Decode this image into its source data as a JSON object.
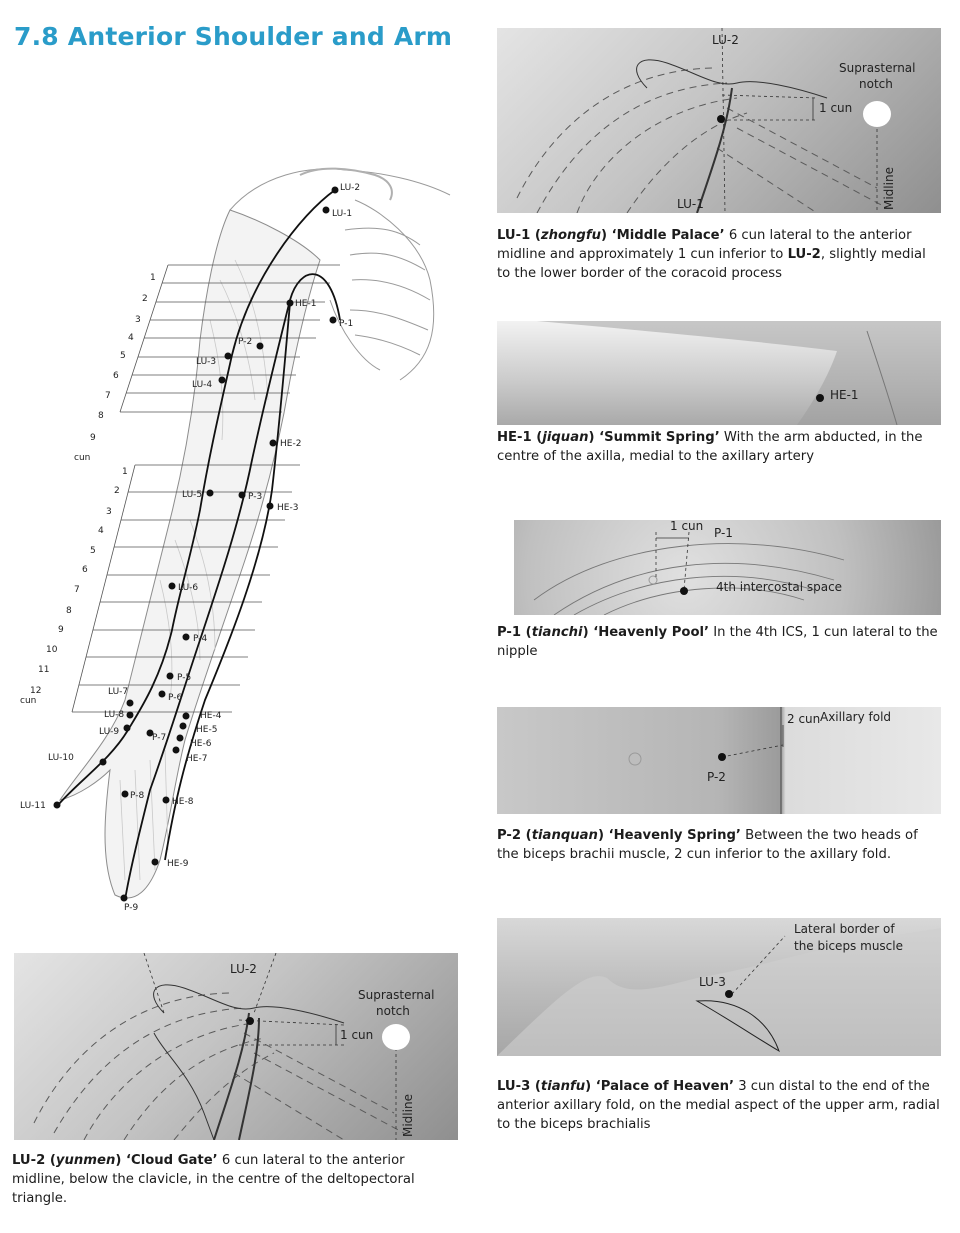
{
  "page": {
    "title": "7.8 Anterior Shoulder and Arm"
  },
  "arm_figure": {
    "upper_scale": {
      "numbers": [
        "1",
        "2",
        "3",
        "4",
        "5",
        "6",
        "7",
        "8",
        "9"
      ],
      "unit": "cun"
    },
    "lower_scale": {
      "numbers": [
        "1",
        "2",
        "3",
        "4",
        "5",
        "6",
        "7",
        "8",
        "9",
        "10",
        "11",
        "12"
      ],
      "unit": "cun"
    },
    "points": {
      "lu2": "LU-2",
      "lu1": "LU-1",
      "he1": "HE-1",
      "p1": "P-1",
      "p2": "P-2",
      "lu3": "LU-3",
      "lu4": "LU-4",
      "he2": "HE-2",
      "lu5": "LU-5",
      "p3": "P-3",
      "he3": "HE-3",
      "lu6": "LU-6",
      "p4": "P-4",
      "p5": "P-5",
      "p6": "P-6",
      "lu7": "LU-7",
      "lu8": "LU-8",
      "lu9": "LU-9",
      "p7": "P-7",
      "he4": "HE-4",
      "he5": "HE-5",
      "he6": "HE-6",
      "he7": "HE-7",
      "lu10": "LU-10",
      "lu11": "LU-11",
      "p8": "P-8",
      "he8": "HE-8",
      "he9": "HE-9",
      "p9": "P-9"
    }
  },
  "lu1_section": {
    "figure": {
      "point_top": "LU-2",
      "point_low": "LU-1",
      "notch": "Suprasternal\nnotch",
      "notch_line1": "Suprasternal",
      "notch_line2": "notch",
      "measure": "1 cun",
      "midline": "Midline"
    },
    "code": "LU-1",
    "name": "zhongfu",
    "title": "‘Middle Palace’",
    "text_a": " 6 cun lateral to the anterior midline and approximately 1 cun inferior to ",
    "ref": "LU-2",
    "text_b": ", slightly medial to the lower border of the coracoid process"
  },
  "he1_section": {
    "figure": {
      "point": "HE-1"
    },
    "code": "HE-1",
    "name": "jiquan",
    "title": "‘Summit Spring’",
    "text": " With the arm abducted, in the centre of the axilla, medial to the axillary artery"
  },
  "p1_section": {
    "figure": {
      "measure": "1 cun",
      "point": "P-1",
      "ics": "4th intercostal space"
    },
    "code": "P-1",
    "name": "tianchi",
    "title": "‘Heavenly Pool’",
    "text": " In the 4th ICS, 1 cun lateral to the nipple"
  },
  "p2_section": {
    "figure": {
      "measure": "2 cun",
      "fold": "Axillary fold",
      "point": "P-2"
    },
    "code": "P-2",
    "name": "tianquan",
    "title": "‘Heavenly Spring’",
    "text": " Between the two heads of the biceps brachii muscle, 2 cun inferior to the axillary fold."
  },
  "lu3_section": {
    "figure": {
      "border_line1": "Lateral border of",
      "border_line2": "the biceps muscle",
      "point": "LU-3"
    },
    "code": "LU-3",
    "name": "tianfu",
    "title": "‘Palace of Heaven’",
    "text": " 3 cun distal to the end of the anterior axillary fold, on the medial aspect of the upper arm, radial to the biceps brachialis"
  },
  "lu2_section": {
    "figure": {
      "point": "LU-2",
      "notch_line1": "Suprasternal",
      "notch_line2": "notch",
      "measure": "1 cun",
      "midline": "Midline"
    },
    "code": "LU-2",
    "name": "yunmen",
    "title": "‘Cloud Gate’",
    "text": " 6 cun lateral to the anterior midline, below the clavicle, in the centre of the deltopectoral triangle."
  },
  "colors": {
    "title": "#2a9cc9",
    "text": "#1c1c1c",
    "channel_line": "#111111"
  }
}
